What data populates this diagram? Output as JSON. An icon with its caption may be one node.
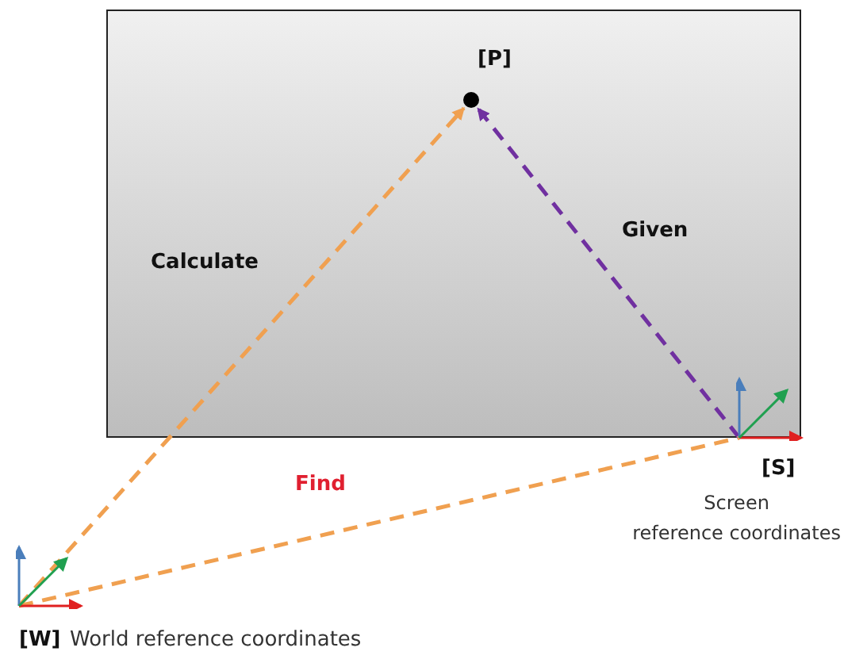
{
  "diagram": {
    "nodes": [
      {
        "text": [
          "[P]"
        ]
      },
      {
        "text": [
          "[W]",
          "World reference coordinates"
        ]
      },
      {
        "text": [
          "[S]",
          "Screen reference coordinates"
        ]
      }
    ],
    "edges": [
      {
        "from": 1,
        "to": 0,
        "arrow": "to",
        "style": "dashed",
        "label": "Calculate"
      },
      {
        "from": 2,
        "to": 0,
        "arrow": "to",
        "style": "dashed",
        "color": "#7030a0",
        "label": "Given"
      },
      {
        "from": 1,
        "to": 2,
        "arrow": "none",
        "style": "dashed",
        "label": "Find"
      }
    ]
  }
}
